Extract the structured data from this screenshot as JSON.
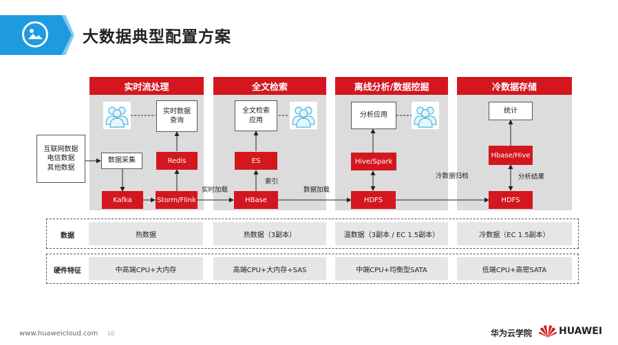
{
  "title": "大数据典型配置方案",
  "panels": [
    {
      "header": "实时流处理"
    },
    {
      "header": "全文检索"
    },
    {
      "header": "离线分析/数据挖掘"
    },
    {
      "header": "冷数据存储"
    }
  ],
  "source_box": "互联网数据\n电信数据\n其他数据",
  "boxes": {
    "data_collect": "数据采集",
    "realtime_query": "实时数据\n查询",
    "redis": "Redis",
    "kafka": "Kafka",
    "storm_flink": "Storm/Flink",
    "fulltext_app": "全文检索\n应用",
    "es": "ES",
    "hbase": "HBase",
    "analysis_app": "分析应用",
    "hive_spark": "Hive/Spark",
    "hdfs1": "HDFS",
    "stats": "统计",
    "hbase_hive": "Hbase/Hive",
    "hdfs2": "HDFS"
  },
  "edge_labels": {
    "realtime_load": "实时加载",
    "index": "索引",
    "data_load": "数据加载",
    "cold_archive": "冷数据归档",
    "analysis_result": "分析结果"
  },
  "rows": [
    {
      "label": "数据",
      "cells": [
        "热数据",
        "热数据（3副本）",
        "温数据（3副本 / EC 1.5副本）",
        "冷数据（EC 1.5副本）"
      ]
    },
    {
      "label": "硬件特征",
      "cells": [
        "中高端CPU+大内存",
        "高端CPU+大内存+SAS",
        "中端CPU+均衡型SATA",
        "低端CPU+高密SATA"
      ]
    }
  ],
  "footer": {
    "url": "www.huaweicloud.com",
    "page": "10",
    "academy": "华为云学院",
    "brand": "HUAWEI"
  },
  "colors": {
    "accent_red": "#d4161f",
    "header_blue": "#1e9be0",
    "panel_gray": "#dcdcdc"
  }
}
